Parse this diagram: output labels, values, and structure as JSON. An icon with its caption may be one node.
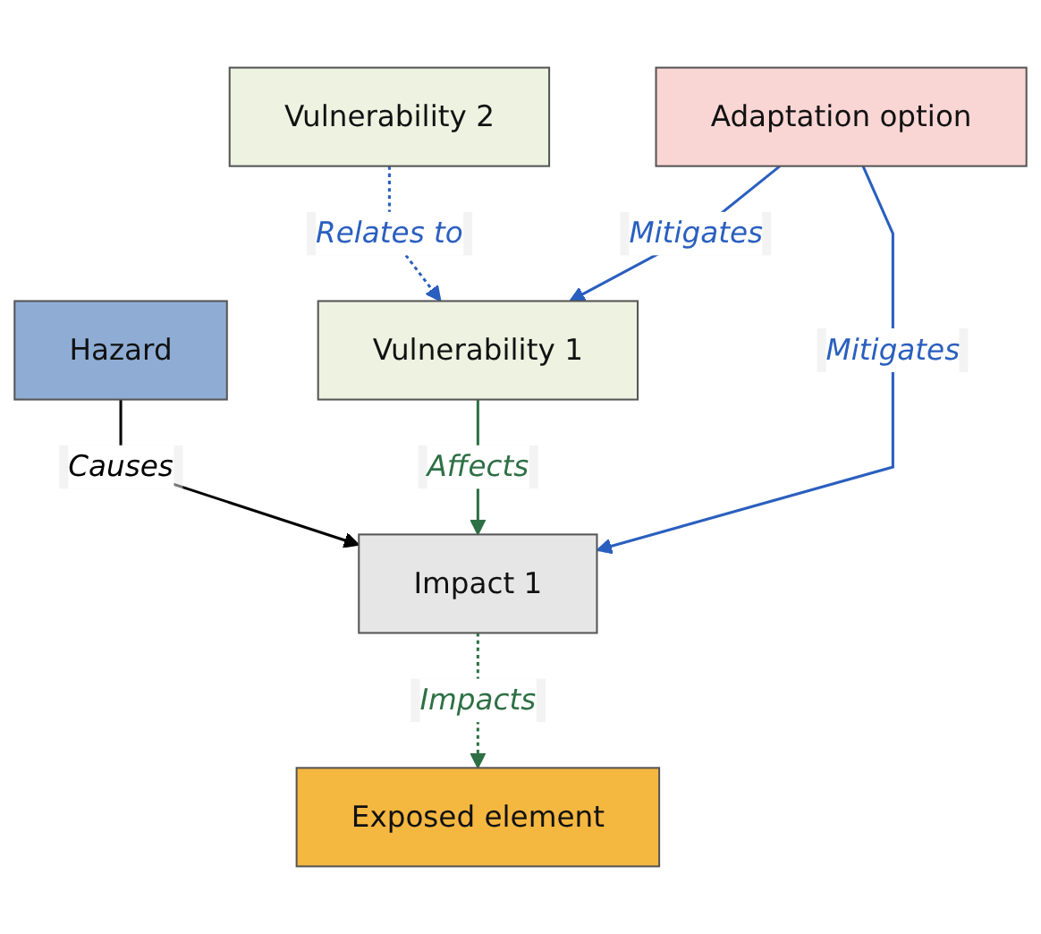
{
  "diagram": {
    "nodes": [
      {
        "text": [
          "Vulnerability 2"
        ]
      },
      {
        "text": [
          "Hazard"
        ]
      },
      {
        "text": [
          "Vulnerability 1"
        ]
      },
      {
        "text": [
          "Impact 1"
        ]
      },
      {
        "text": [
          "Adaptation option"
        ]
      },
      {
        "text": [
          "Exposed element"
        ]
      }
    ],
    "edges": [
      {
        "from": 0,
        "to": 2,
        "arrow": "to",
        "label": "Relates to",
        "style": "dashed"
      },
      {
        "from": 1,
        "to": 3,
        "arrow": "to",
        "label": "Causes",
        "color": "#000000"
      },
      {
        "from": 2,
        "to": 3,
        "arrow": "to",
        "label": "Affects",
        "color": "#2e7045"
      },
      {
        "from": 4,
        "to": 2,
        "arrow": "to",
        "label": "Mitigates"
      },
      {
        "from": 4,
        "to": 3,
        "arrow": "to",
        "label": "Mitigates"
      },
      {
        "from": 3,
        "to": 5,
        "arrow": "to",
        "label": "Impacts",
        "style": "dashed",
        "color": "#2e7045"
      }
    ]
  }
}
